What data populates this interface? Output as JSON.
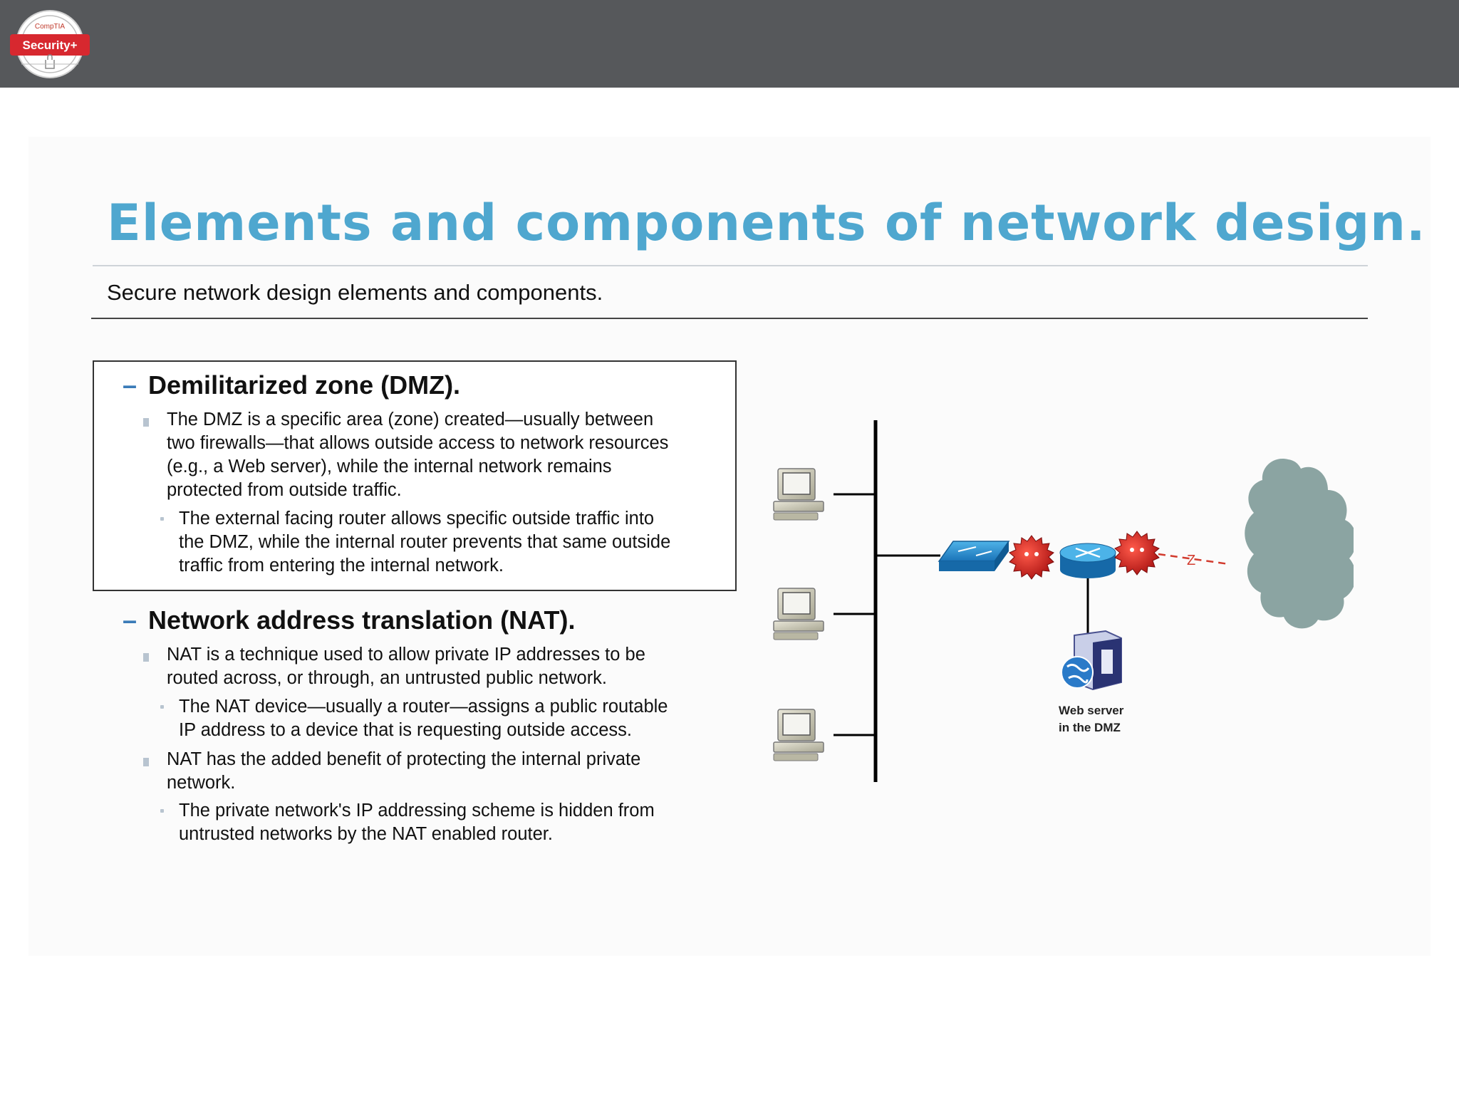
{
  "header": {
    "logo_top": "CompTIA",
    "logo_main": "Security+"
  },
  "slide": {
    "title": "Elements and components of network design.",
    "subtitle": "Secure network design elements and components."
  },
  "dmz": {
    "heading": "Demilitarized zone (DMZ).",
    "bullet1": [
      "The DMZ is a specific area (zone) created—usually between",
      "two firewalls—that allows outside access to network resources",
      "(e.g., a Web server), while the internal network remains",
      "protected from outside traffic."
    ],
    "sub1": [
      "The external facing router allows specific outside traffic into",
      "the DMZ, while the internal router prevents that same outside",
      "traffic from entering the internal network."
    ]
  },
  "nat": {
    "heading": "Network address translation (NAT).",
    "bullet1": [
      "NAT is a technique used to allow private IP addresses to be",
      "routed across, or through, an untrusted public network."
    ],
    "sub1": [
      "The NAT device—usually a router—assigns a public routable",
      "IP address to a device that is requesting outside access."
    ],
    "bullet2": [
      "NAT has the added benefit of protecting the internal private",
      "network."
    ],
    "sub2": [
      "The private network's IP addressing scheme is hidden from",
      "untrusted networks by the NAT enabled router."
    ]
  },
  "diagram": {
    "caption_line1": "Web server",
    "caption_line2": "in the DMZ",
    "link_label": "Z"
  }
}
